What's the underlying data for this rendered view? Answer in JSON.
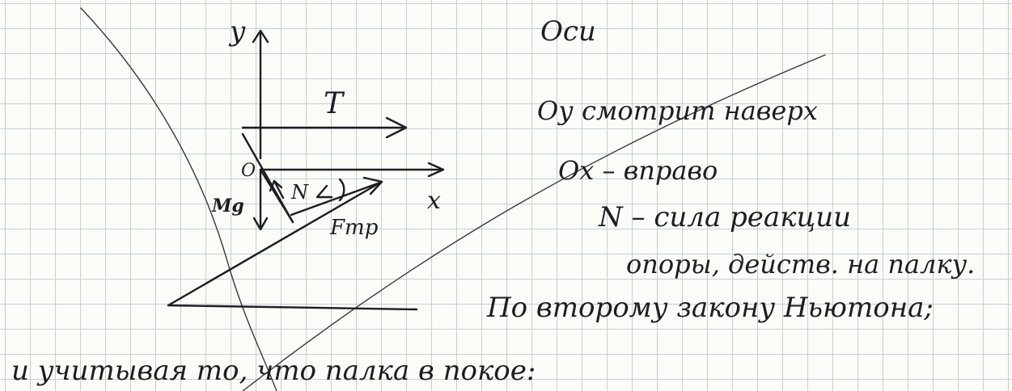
{
  "diagram": {
    "axis_y_label": "y",
    "axis_x_label": "x",
    "origin_label": "O",
    "tension_label": "T",
    "gravity_label": "Mg",
    "normal_label": "N",
    "friction_label": "Fтр"
  },
  "notes": {
    "title": "Оси",
    "line_oy": "Оу смотрит наверх",
    "line_ox": "Ох – вправо",
    "line_n1": "N – сила реакции",
    "line_n2": "опоры, действ. на палку.",
    "line_newton": "По второму закону Ньютона;",
    "line_bottom": "и учитывая то, что палка в покое:"
  }
}
